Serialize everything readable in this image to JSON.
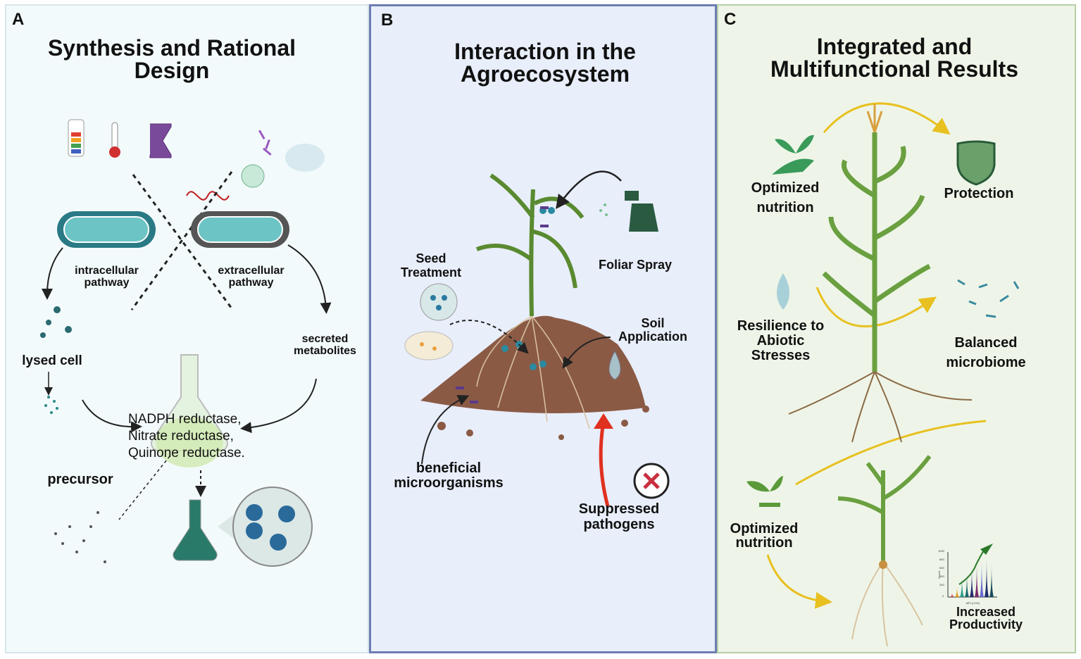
{
  "panels": {
    "a": {
      "letter": "A",
      "title_line1": "Synthesis and Rational",
      "title_line2": "Design",
      "intracellular_line1": "intracellular",
      "intracellular_line2": "pathway",
      "extracellular_line1": "extracellular",
      "extracellular_line2": "pathway",
      "lysed_cell": "lysed cell",
      "secreted_line1": "secreted",
      "secreted_line2": "metabolites",
      "enzyme_line1": "NADPH reductase,",
      "enzyme_line2": "Nitrate reductase,",
      "enzyme_line3": "Quinone reductase.",
      "precursor": "precursor"
    },
    "b": {
      "letter": "B",
      "title_line1": "Interaction in the",
      "title_line2": "Agroecosystem",
      "seed_line1": "Seed",
      "seed_line2": "Treatment",
      "foliar_spray": "Foliar Spray",
      "soil_line1": "Soil",
      "soil_line2": "Application",
      "beneficial_line1": "beneficial",
      "beneficial_line2": "microorganisms",
      "suppressed_line1": "Suppressed",
      "suppressed_line2": "pathogens"
    },
    "c": {
      "letter": "C",
      "title_line1": "Integrated and",
      "title_line2": "Multifunctional Results",
      "nutrition_top_line1": "Optimized",
      "nutrition_top_line2": "nutrition",
      "protection": "Protection",
      "resilience_line1": "Resilience to",
      "resilience_line2": "Abiotic",
      "resilience_line3": "Stresses",
      "microbiome_line1": "Balanced",
      "microbiome_line2": "microbiome",
      "nutrition_bottom_line1": "Optimized",
      "nutrition_bottom_line2": "nutrition",
      "productivity_line1": "Increased",
      "productivity_line2": "Productivity",
      "mini_chart": {
        "y_ticks": [
          "1000",
          "800",
          "600",
          "400",
          "200",
          "0"
        ],
        "ylabel": "Count",
        "xlabel": "MFI (LOG)",
        "peak_colors": [
          "#d04050",
          "#e0a020",
          "#2a9a8a",
          "#1a6a6a",
          "#202a6a",
          "#7a2a6a",
          "#6a6ad0",
          "#1a2a6a",
          "#1a4a5a"
        ]
      }
    }
  },
  "colors": {
    "panel_a_bg": "#f3fafb",
    "panel_b_bg": "#e8eefa",
    "panel_b_border": "#6d7db3",
    "panel_c_bg": "#eef5e8",
    "soil": "#8b5a45",
    "plant_green": "#6aa040",
    "arrow_yellow": "#e8c020",
    "pathogen_red": "#e03020"
  }
}
